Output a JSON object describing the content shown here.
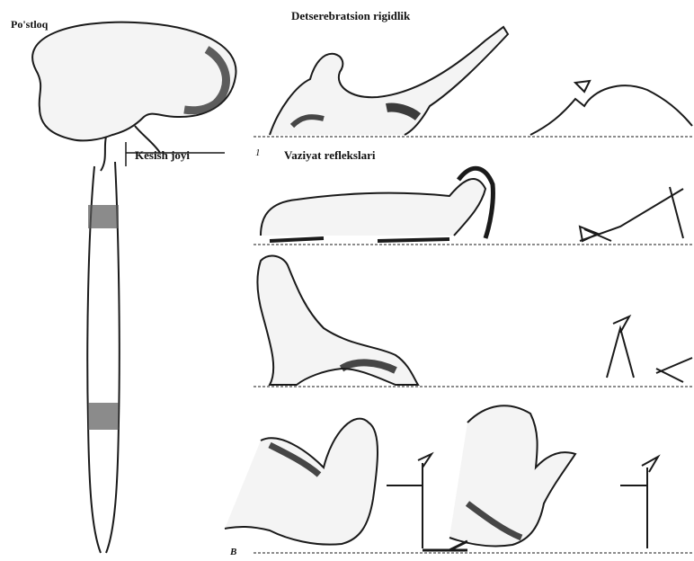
{
  "labels": {
    "postin": "Po'stloq",
    "decerebration": "Detserebratsion rigidlik",
    "cut_place": "Kesish joyi",
    "position_reflexes": "Vaziyat reflekslari",
    "panel_1": "1",
    "panel_b": "B"
  },
  "colors": {
    "ink": "#1a1a1a",
    "shade": "#3a3a3a",
    "paper": "#ffffff"
  }
}
